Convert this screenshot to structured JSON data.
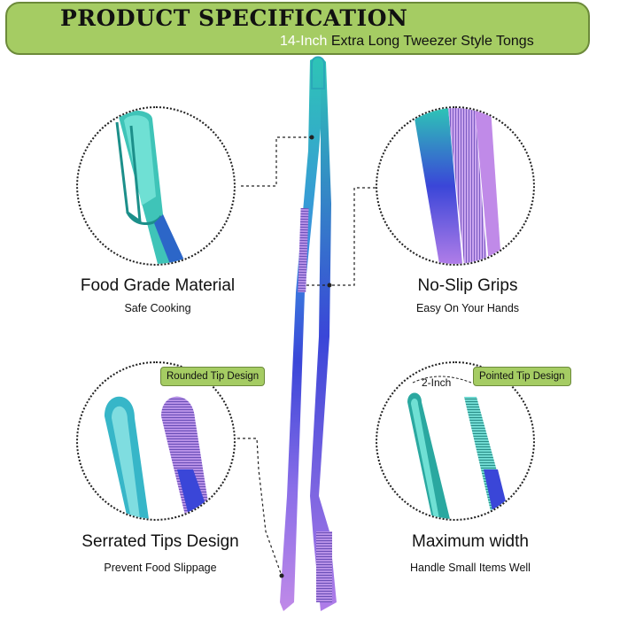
{
  "header": {
    "title": "PRODUCT SPECIFICATION",
    "subtitle_highlight": "14-Inch",
    "subtitle_rest": " Extra Long Tweezer Style Tongs"
  },
  "features": {
    "material": {
      "title": "Food Grade Material",
      "subtitle": "Safe Cooking"
    },
    "grips": {
      "title": "No-Slip Grips",
      "subtitle": "Easy On Your Hands"
    },
    "tips": {
      "title": "Serrated Tips Design",
      "subtitle": "Prevent Food Slippage"
    },
    "width": {
      "title": "Maximum width",
      "subtitle": "Handle Small Items Well"
    }
  },
  "tags": {
    "rounded": "Rounded Tip Design",
    "pointed": "Pointed Tip Design",
    "measurement": "2-Inch"
  },
  "colors": {
    "banner": "#a5cc63",
    "highlight_text": "#ffffff",
    "teal": "#2ec4b6",
    "blue": "#3a46d8",
    "purple": "#b07de8"
  }
}
